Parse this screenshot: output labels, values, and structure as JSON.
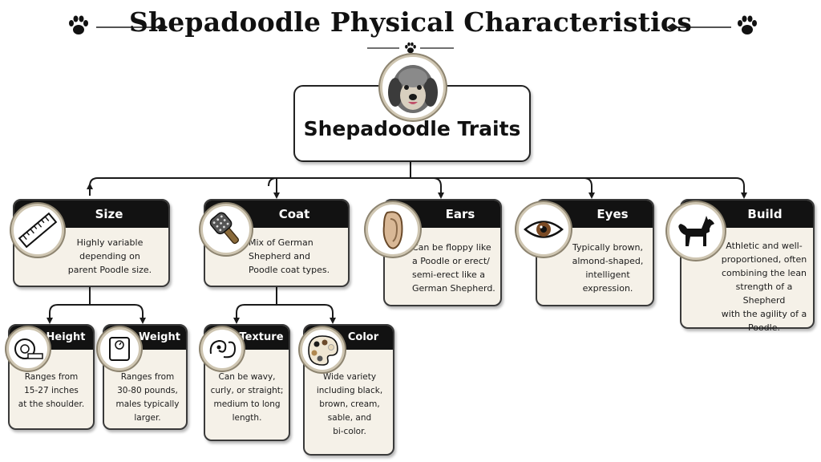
{
  "title": "Shepadoodle Physical Characteristics",
  "center": {
    "label": "Shepadoodle Traits",
    "icon": "dog-portrait-icon"
  },
  "categories": [
    {
      "id": "size",
      "title": "Size",
      "icon": "ruler-icon",
      "lines": [
        "Highly variable",
        "depending on",
        "parent Poodle size."
      ]
    },
    {
      "id": "coat",
      "title": "Coat",
      "icon": "brush-icon",
      "lines": [
        "Mix of German",
        "Shepherd and",
        "Poodle coat types."
      ]
    },
    {
      "id": "ears",
      "title": "Ears",
      "icon": "ear-icon",
      "lines": [
        "Can be floppy like",
        "a Poodle or erect/",
        "semi-erect like a",
        "German Shepherd."
      ]
    },
    {
      "id": "eyes",
      "title": "Eyes",
      "icon": "eye-icon",
      "lines": [
        "Typically brown,",
        "almond-shaped,",
        "intelligent",
        "expression."
      ]
    },
    {
      "id": "build",
      "title": "Build",
      "icon": "dog-silhouette-icon",
      "lines": [
        "Athletic and well-",
        "proportioned, often",
        "combining the lean",
        "strength of a Shepherd",
        "with the agility of a",
        "Poodle."
      ]
    }
  ],
  "subcategories": [
    {
      "id": "height",
      "title": "Height",
      "icon": "tape-measure-icon",
      "lines": [
        "Ranges from",
        "15-27 inches",
        "at the shoulder."
      ]
    },
    {
      "id": "weight",
      "title": "Weight",
      "icon": "scale-icon",
      "lines": [
        "Ranges from",
        "30-80 pounds,",
        "males typically",
        "larger."
      ]
    },
    {
      "id": "texture",
      "title": "Texture",
      "icon": "curl-icon",
      "lines": [
        "Can be wavy,",
        "curly, or straight;",
        "medium to long",
        "length."
      ]
    },
    {
      "id": "color",
      "title": "Color",
      "icon": "palette-icon",
      "lines": [
        "Wide variety",
        "including black,",
        "brown, cream,",
        "sable, and",
        "bi-color."
      ]
    }
  ]
}
